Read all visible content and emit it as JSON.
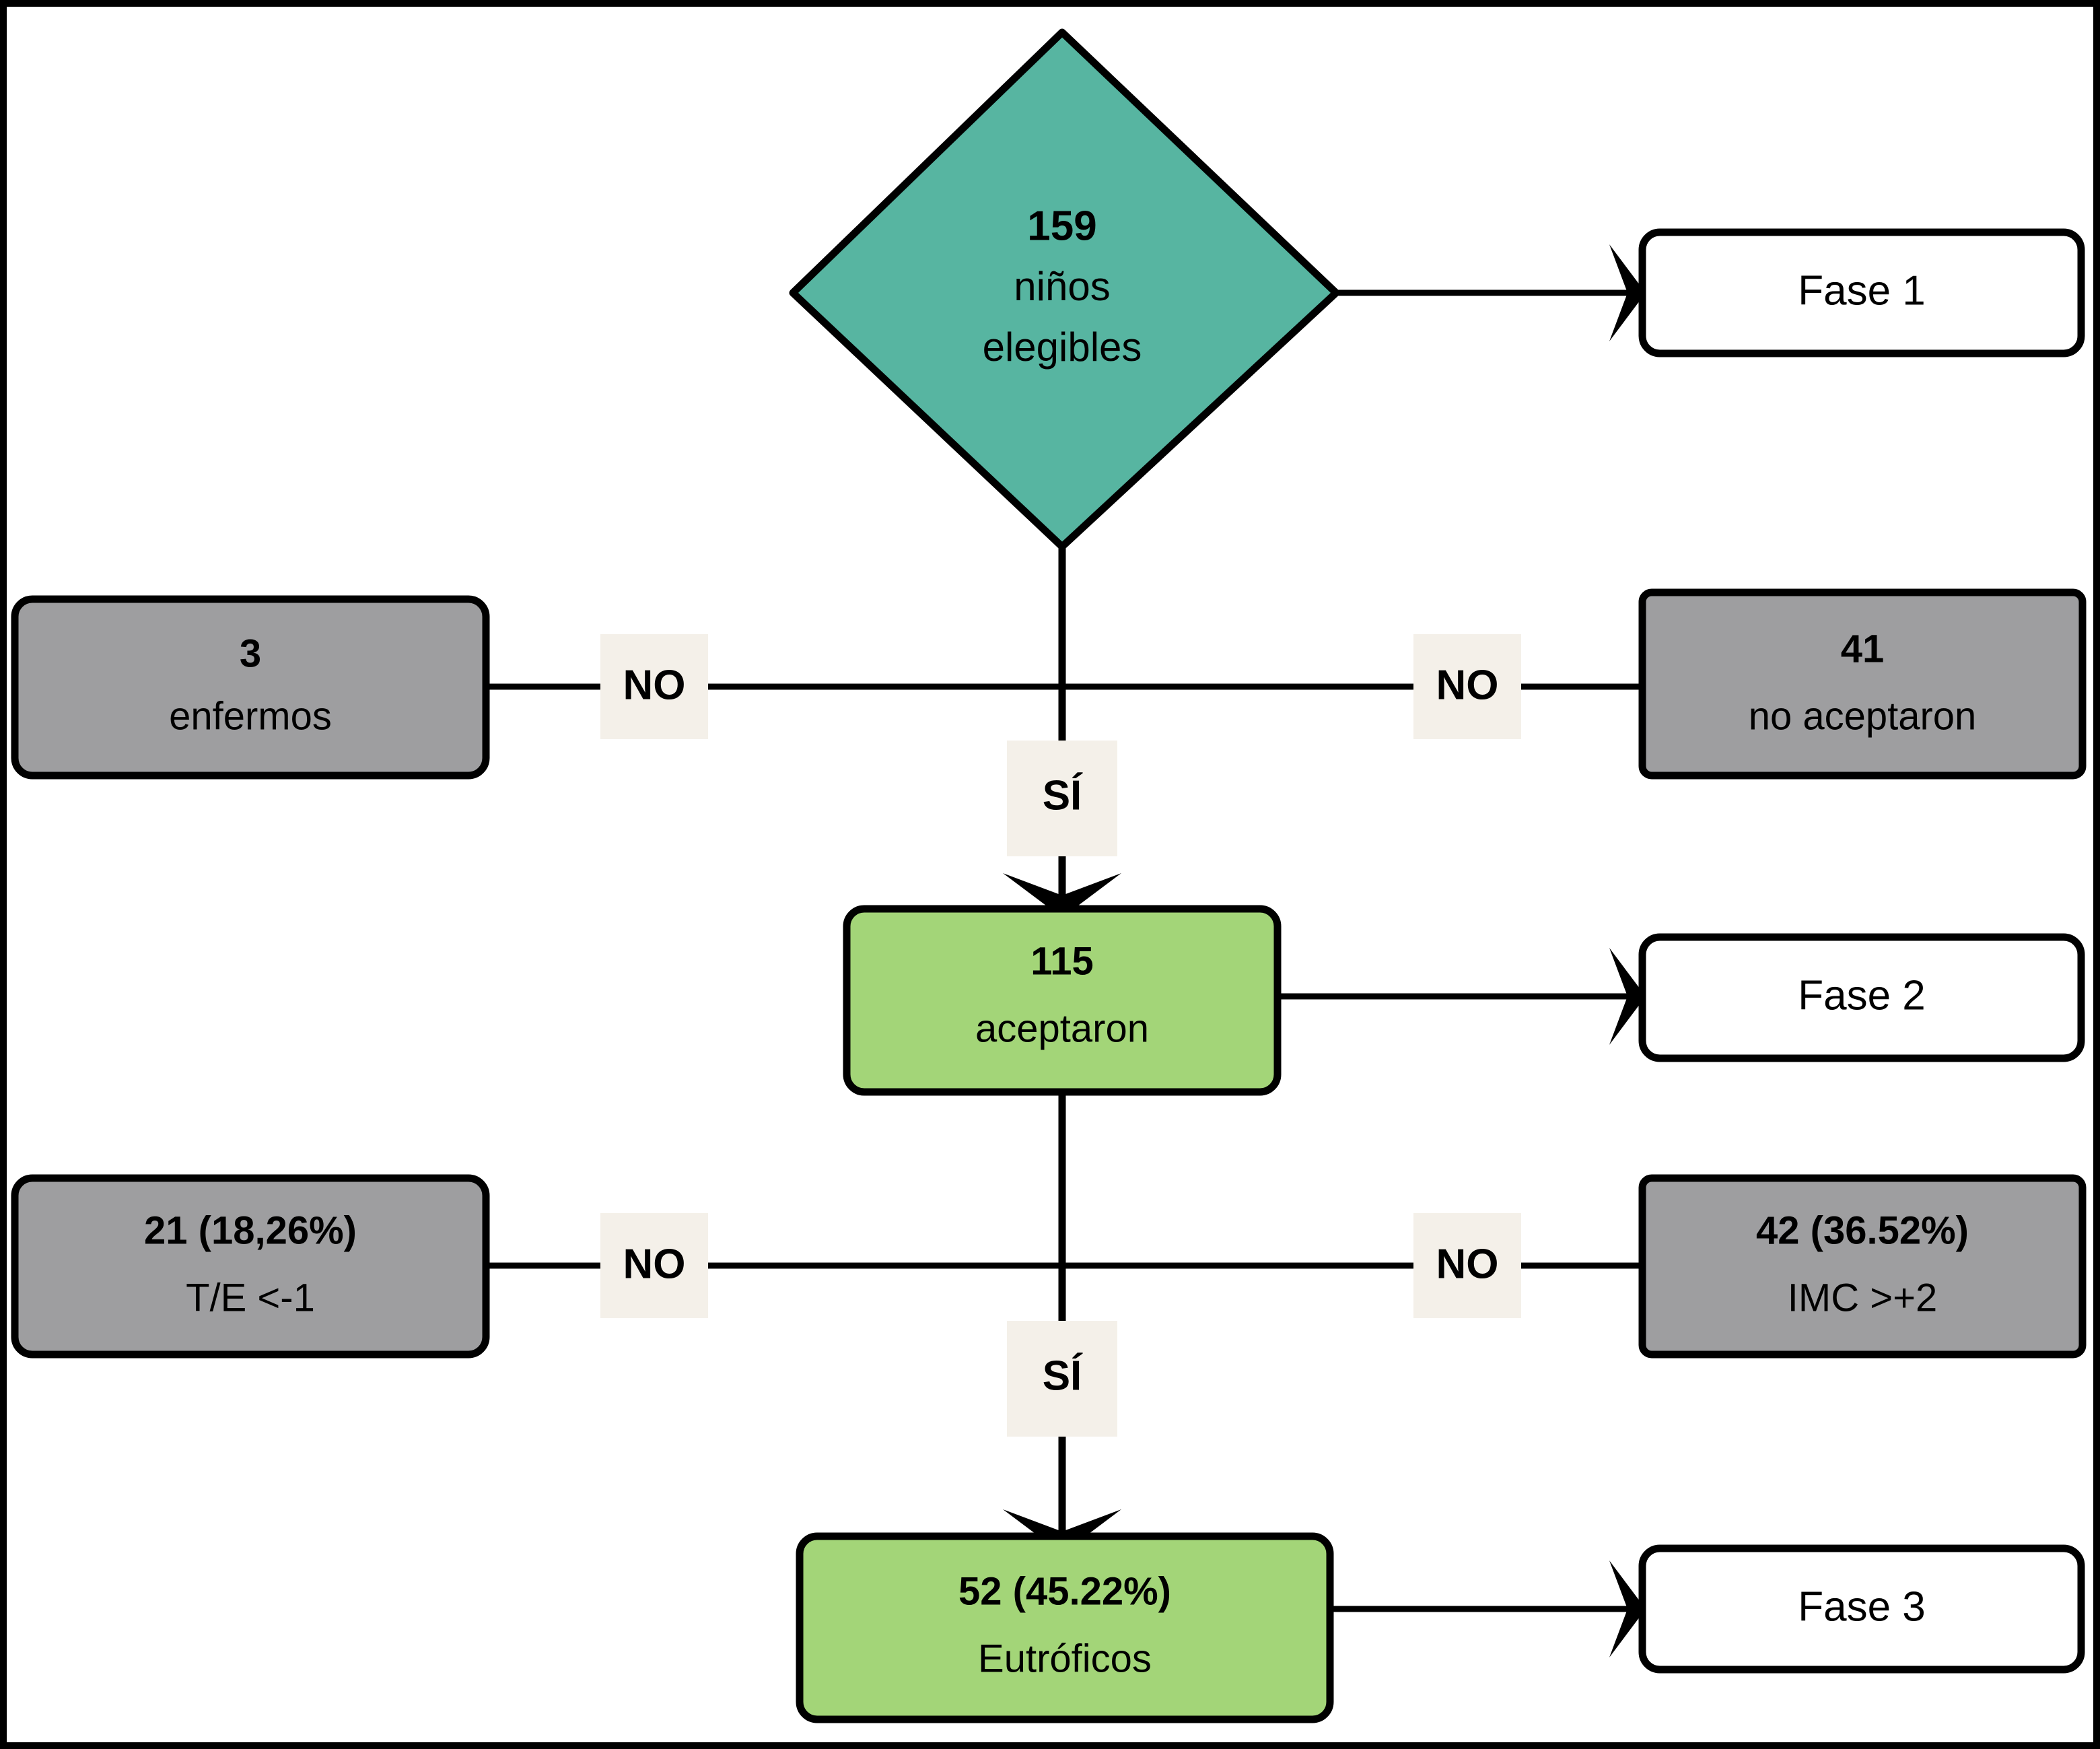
{
  "figure": {
    "type": "flowchart",
    "language": "es",
    "orientation": "top-down",
    "frame_border_color": "#000000"
  },
  "colors": {
    "teal_fill": "#57b5a1",
    "green_fill": "#a3d578",
    "gray_fill": "#9e9ea0",
    "white_fill": "#ffffff",
    "label_chip_fill": "#f4f0e9",
    "stroke": "#000000"
  },
  "nodes": {
    "eligible": {
      "id": "eligible",
      "shape": "diamond",
      "fill": "#57b5a1",
      "line1": "159",
      "line2": "niños",
      "line3": "elegibles"
    },
    "sick": {
      "id": "sick",
      "shape": "rounded-rect",
      "fill": "#9e9ea0",
      "line1": "3",
      "line2": "enfermos"
    },
    "declined": {
      "id": "declined",
      "shape": "rounded-rect",
      "fill": "#9e9ea0",
      "line1": "41",
      "line2": "no aceptaron"
    },
    "accepted": {
      "id": "accepted",
      "shape": "rounded-rect",
      "fill": "#a3d578",
      "line1": "115",
      "line2": "aceptaron"
    },
    "stunted": {
      "id": "stunted",
      "shape": "rounded-rect",
      "fill": "#9e9ea0",
      "line1": "21 (18,26%)",
      "line2": "T/E <-1"
    },
    "overweight": {
      "id": "overweight",
      "shape": "rounded-rect",
      "fill": "#9e9ea0",
      "line1": "42 (36.52%)",
      "line2": "IMC >+2"
    },
    "eutrophic": {
      "id": "eutrophic",
      "shape": "rounded-rect",
      "fill": "#a3d578",
      "line1": "52 (45.22%)",
      "line2": "Eutróficos"
    },
    "phase1": {
      "id": "phase1",
      "shape": "rounded-rect",
      "fill": "#ffffff",
      "line1": "Fase 1"
    },
    "phase2": {
      "id": "phase2",
      "shape": "rounded-rect",
      "fill": "#ffffff",
      "line1": "Fase 2"
    },
    "phase3": {
      "id": "phase3",
      "shape": "rounded-rect",
      "fill": "#ffffff",
      "line1": "Fase 3"
    }
  },
  "edge_labels": {
    "no_sick": "NO",
    "no_declined": "NO",
    "si_accepted": "SÍ",
    "no_stunted": "NO",
    "no_overweight": "NO",
    "si_eutrophic": "SÍ"
  },
  "chart_data": {
    "type": "flow",
    "title": "",
    "nodes": [
      {
        "key": "eligible",
        "label": "159 niños elegibles",
        "value": 159,
        "percent": null,
        "group": "eligible"
      },
      {
        "key": "sick",
        "label": "3 enfermos",
        "value": 3,
        "percent": null,
        "group": "excluded"
      },
      {
        "key": "declined",
        "label": "41 no aceptaron",
        "value": 41,
        "percent": null,
        "group": "excluded"
      },
      {
        "key": "accepted",
        "label": "115 aceptaron",
        "value": 115,
        "percent": null,
        "group": "included"
      },
      {
        "key": "stunted",
        "label": "21 (18,26%) T/E <-1",
        "value": 21,
        "percent": 18.26,
        "group": "excluded"
      },
      {
        "key": "overweight",
        "label": "42 (36.52%) IMC >+2",
        "value": 42,
        "percent": 36.52,
        "group": "excluded"
      },
      {
        "key": "eutrophic",
        "label": "52 (45.22%) Eutróficos",
        "value": 52,
        "percent": 45.22,
        "group": "included"
      }
    ],
    "phases": [
      "Fase 1",
      "Fase 2",
      "Fase 3"
    ],
    "edges": [
      {
        "from": "eligible",
        "to": "phase1",
        "label": ""
      },
      {
        "from": "eligible",
        "to": "sick",
        "label": "NO"
      },
      {
        "from": "eligible",
        "to": "declined",
        "label": "NO"
      },
      {
        "from": "eligible",
        "to": "accepted",
        "label": "SÍ"
      },
      {
        "from": "accepted",
        "to": "phase2",
        "label": ""
      },
      {
        "from": "accepted",
        "to": "stunted",
        "label": "NO"
      },
      {
        "from": "accepted",
        "to": "overweight",
        "label": "NO"
      },
      {
        "from": "accepted",
        "to": "eutrophic",
        "label": "SÍ"
      },
      {
        "from": "eutrophic",
        "to": "phase3",
        "label": ""
      }
    ]
  }
}
